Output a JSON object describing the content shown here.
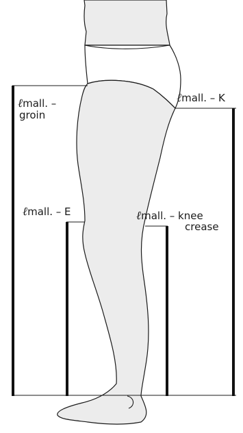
{
  "measurements": [
    {
      "id": "groin",
      "prefix": "ℓ",
      "line1": "mall. –",
      "line2": "groin"
    },
    {
      "id": "k",
      "prefix": "ℓ",
      "line1": "mall. – K"
    },
    {
      "id": "e",
      "prefix": "ℓ",
      "line1": "mall. – E"
    },
    {
      "id": "knee",
      "prefix": "ℓ",
      "line1": "mall. – knee",
      "line2": "crease"
    }
  ],
  "colors": {
    "leg_fill": "#ececec",
    "outline": "#1a1a1a",
    "measure_bar": "#111111",
    "background": "#ffffff"
  }
}
